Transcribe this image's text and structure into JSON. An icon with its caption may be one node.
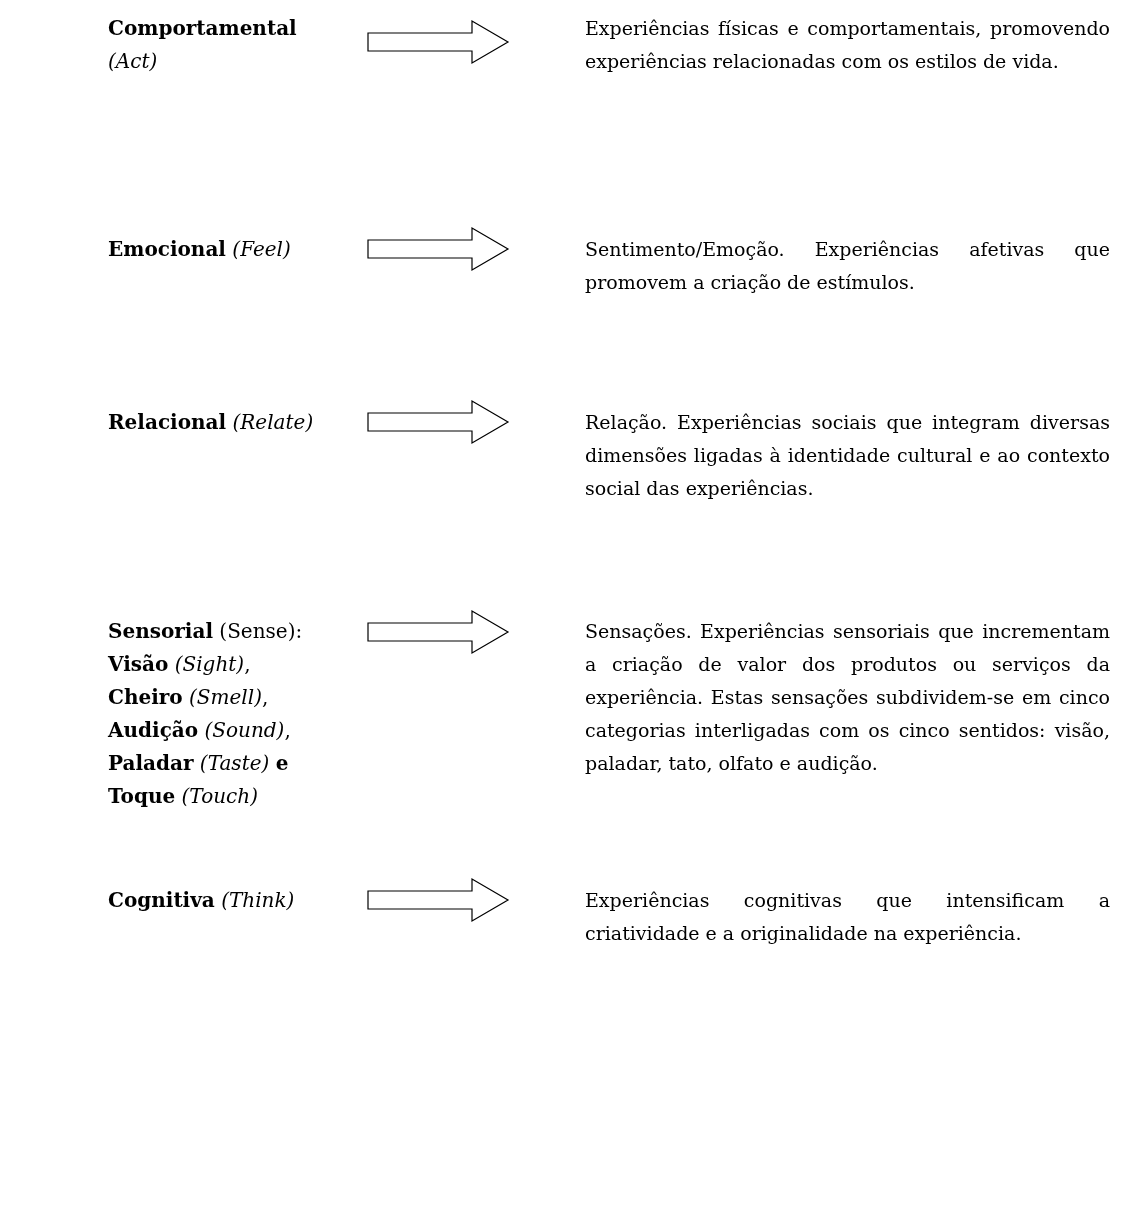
{
  "diagram": {
    "nodes": [
      {
        "text": [
          "**Comportamental** *(Act)*"
        ]
      },
      {
        "text": [
          "Experiências físicas e comportamentais, promovendo experiências relacionadas com os estilos de vida."
        ]
      },
      {
        "text": [
          "**Emocional** *(Feel)*"
        ]
      },
      {
        "text": [
          "Sentimento/Emoção. Experiências afetivas que promovem a criação de estímulos."
        ]
      },
      {
        "text": [
          "**Relacional** *(Relate)*"
        ]
      },
      {
        "text": [
          "Relação. Experiências sociais que integram diversas dimensões ligadas à identidade cultural e ao contexto social das experiências."
        ]
      },
      {
        "text": [
          "**Sensorial** (Sense): **Visão** *(Sight)*, **Cheiro** *(Smell)*, **Audição** *(Sound)*, **Paladar** *(Taste)* **e** **Toque** *(Touch)*"
        ]
      },
      {
        "text": [
          "Sensações. Experiências sensoriais que incrementam a criação de valor dos produtos ou serviços da experiência. Estas sensações subdividem-se em cinco categorias interligadas com os cinco sentidos: visão, paladar, tato, olfato e audição."
        ]
      },
      {
        "text": [
          "**Cognitiva** *(Think)*"
        ]
      },
      {
        "text": [
          "Experiências cognitivas que intensificam a criatividade e a originalidade na experiência."
        ]
      }
    ],
    "edges": [
      {
        "from": 0,
        "to": 1,
        "arrow": "to"
      },
      {
        "from": 2,
        "to": 3,
        "arrow": "to"
      },
      {
        "from": 4,
        "to": 5,
        "arrow": "to"
      },
      {
        "from": 6,
        "to": 7,
        "arrow": "to"
      },
      {
        "from": 8,
        "to": 9,
        "arrow": "to"
      }
    ]
  }
}
